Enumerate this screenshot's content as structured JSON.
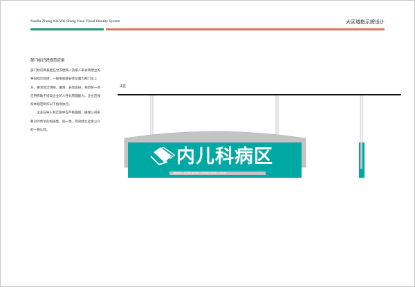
{
  "header": {
    "system_name": "NanBa Zhong Xin Wei Sheng Yuan Visual Identity System",
    "section_title": "大区域指示牌设计",
    "accent_green": "#0f9e73",
    "accent_red": "#e2735d"
  },
  "content": {
    "title": "部门标识牌规范应用",
    "paragraph1": "部门标识牌悬挂在为方便病人及家人来访所建立的导向指示标牌，一般根据或安装位置为部门正上方，要求简洁清晰、醒目，表现良好。规范统一的应用有助于提高企业的人性化管理能力。企业应按照本规范制作以下指导执行。",
    "paragraph2": "企业在导入和实施中应严格遵照，确保公司形象对外传达的权威性、统一性，有效建立社会公众的一致认同。"
  },
  "drawing": {
    "ceiling_label": "天花",
    "sign_text": "内儿科病区",
    "sign_subtitle": "南坝中心卫生院  NanBa Central Health Center",
    "sign_color": "#00a8a3",
    "frame_color": "#c4c4c4"
  }
}
